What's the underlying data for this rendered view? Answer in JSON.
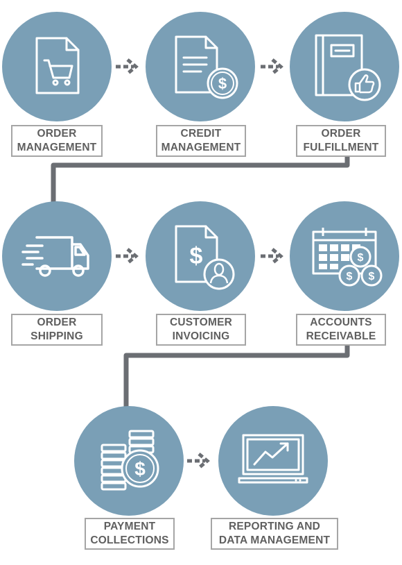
{
  "colors": {
    "circle": "#7a9fb6",
    "connector": "#6b6e73",
    "label_border": "#a5a5a5",
    "label_text": "#5f5f5f"
  },
  "steps": [
    {
      "label": "ORDER\nMANAGEMENT",
      "icon": "shopping-cart-document-icon"
    },
    {
      "label": "CREDIT\nMANAGEMENT",
      "icon": "document-dollar-icon"
    },
    {
      "label": "ORDER\nFULFILLMENT",
      "icon": "notebook-thumbs-up-icon"
    },
    {
      "label": "ORDER\nSHIPPING",
      "icon": "delivery-truck-icon"
    },
    {
      "label": "CUSTOMER\nINVOICING",
      "icon": "invoice-customer-icon"
    },
    {
      "label": "ACCOUNTS\nRECEIVABLE",
      "icon": "calendar-coins-icon"
    },
    {
      "label": "PAYMENT\nCOLLECTIONS",
      "icon": "coin-stacks-icon"
    },
    {
      "label": "REPORTING AND\nDATA MANAGEMENT",
      "icon": "laptop-growth-chart-icon"
    }
  ]
}
